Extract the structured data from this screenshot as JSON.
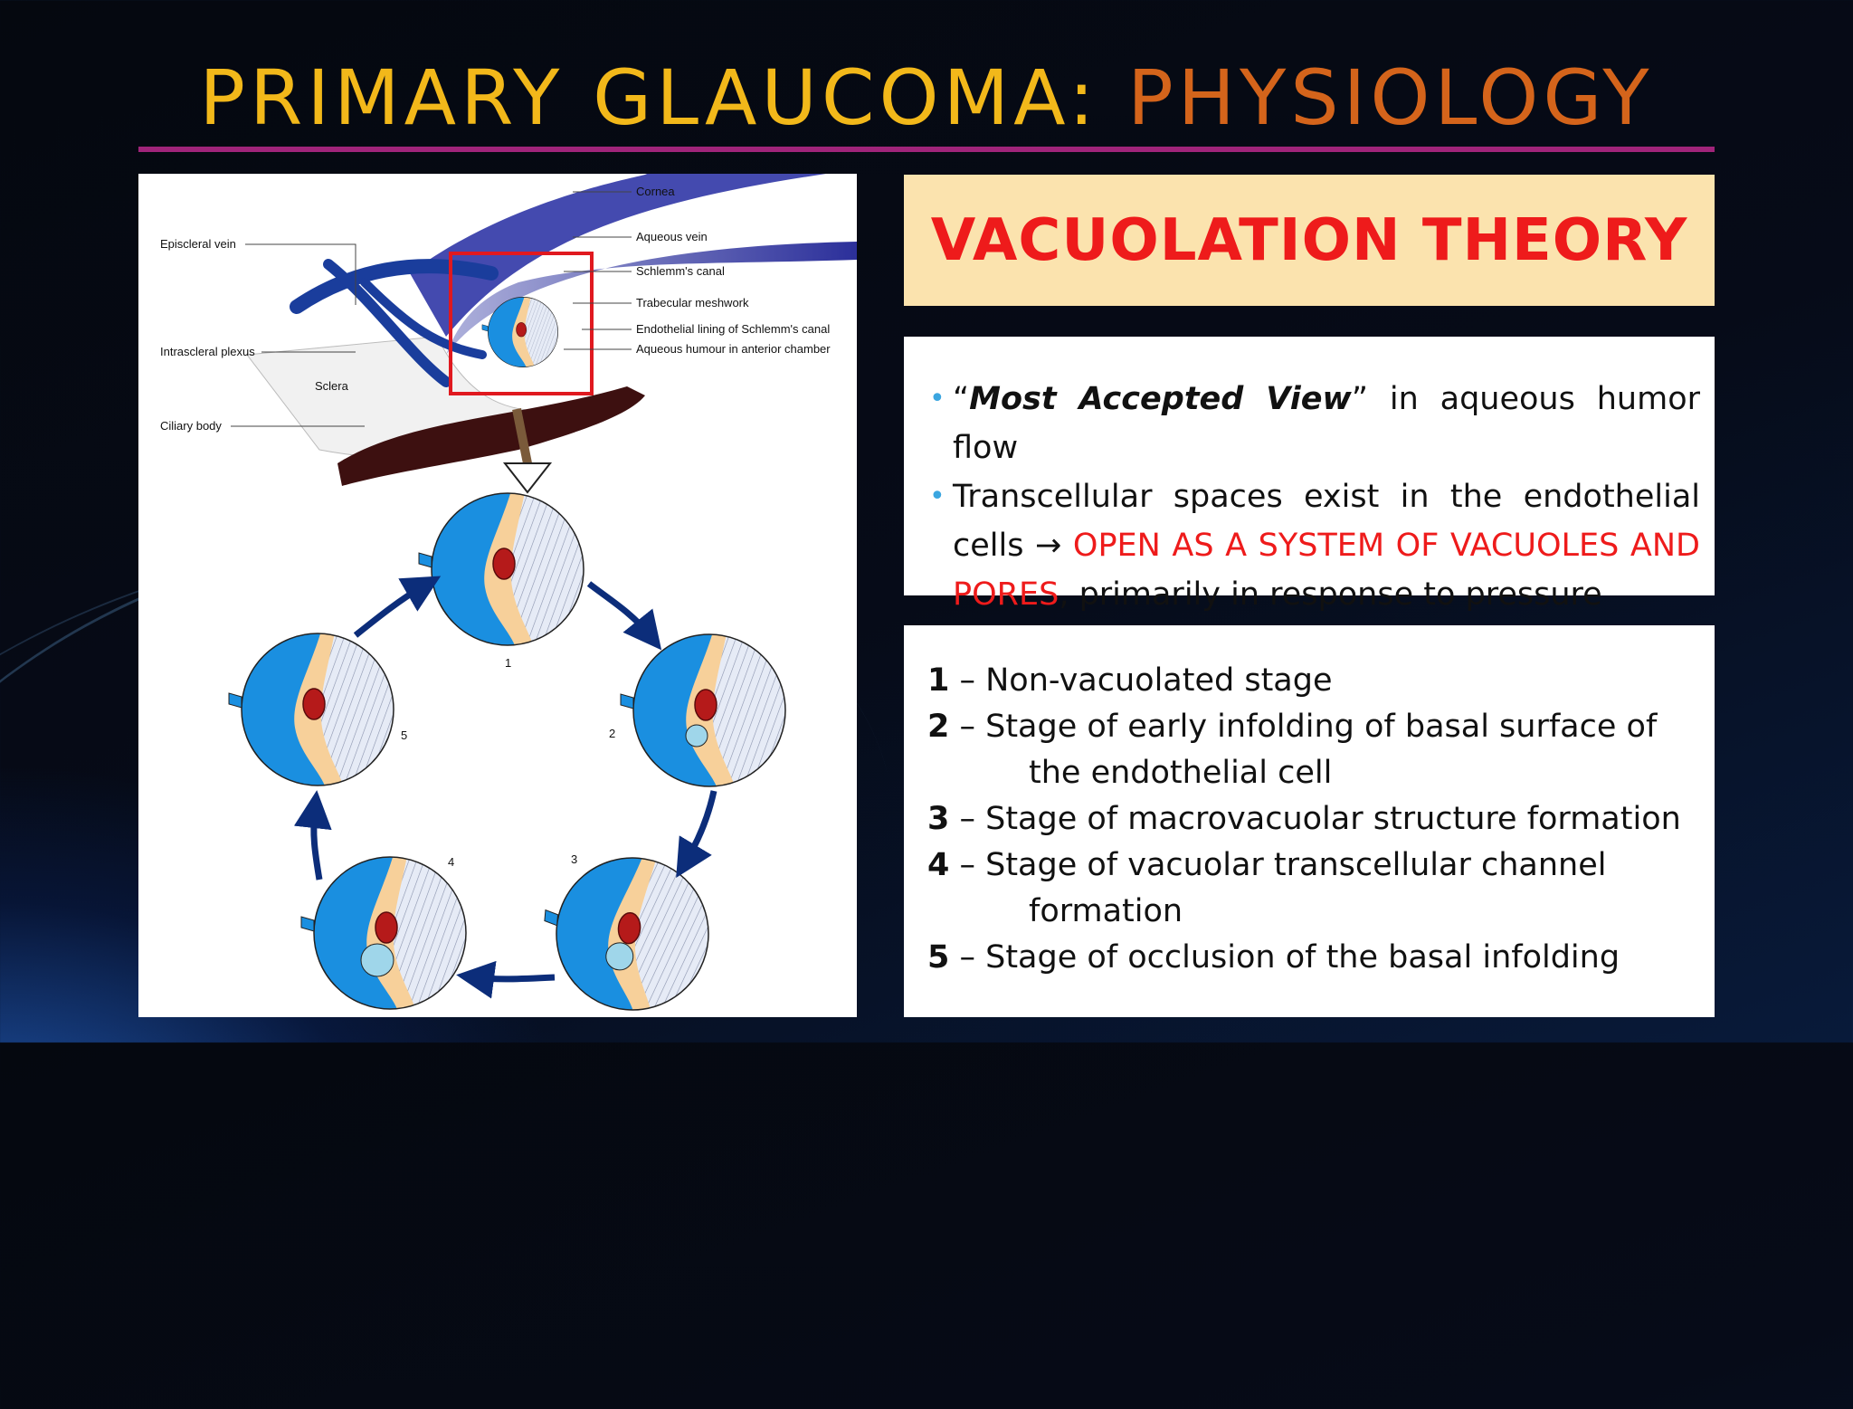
{
  "slide": {
    "title_part1": "PRIMARY GLAUCOMA: ",
    "title_part2": "PHYSIOLOGY"
  },
  "colors": {
    "title_yellow": "#f2b81a",
    "title_orange": "#d4641b",
    "rule": "#a0247a",
    "accent_red": "#ee1b1b",
    "panel_cream": "#fbe3ae"
  },
  "figure": {
    "labels": {
      "cornea": "Cornea",
      "aqueous_vein": "Aqueous vein",
      "schlemm": "Schlemm's canal",
      "trabecular": "Trabecular meshwork",
      "endothelial": "Endothelial lining of Schlemm's canal",
      "aqueous_humour": "Aqueous humour in anterior chamber",
      "episcleral": "Episcleral vein",
      "intrascleral": "Intrascleral plexus",
      "sclera": "Sclera",
      "ciliary": "Ciliary body"
    },
    "stage_numbers": [
      "1",
      "2",
      "3",
      "4",
      "5"
    ]
  },
  "theory": {
    "heading": "VACUOLATION THEORY"
  },
  "bullets": {
    "b1_quote_open": "“",
    "b1_emph": "Most Accepted View",
    "b1_rest": "” in aqueous humor flow",
    "b2_start": "Transcellular spaces exist in the endothelial cells → ",
    "b2_red": "OPEN AS A SYSTEM OF VACUOLES AND PORES",
    "b2_end": ", primarily in response to pressure"
  },
  "stages": [
    {
      "num": "1",
      "line1": " – Non-vacuolated stage",
      "line2": ""
    },
    {
      "num": "2",
      "line1": " – Stage of early infolding of basal surface of",
      "line2": "the endothelial cell"
    },
    {
      "num": "3",
      "line1": " – Stage of macrovacuolar structure formation",
      "line2": ""
    },
    {
      "num": "4",
      "line1": " – Stage of vacuolar transcellular channel",
      "line2": "formation"
    },
    {
      "num": "5",
      "line1": " – Stage of occlusion of the basal infolding",
      "line2": ""
    }
  ]
}
